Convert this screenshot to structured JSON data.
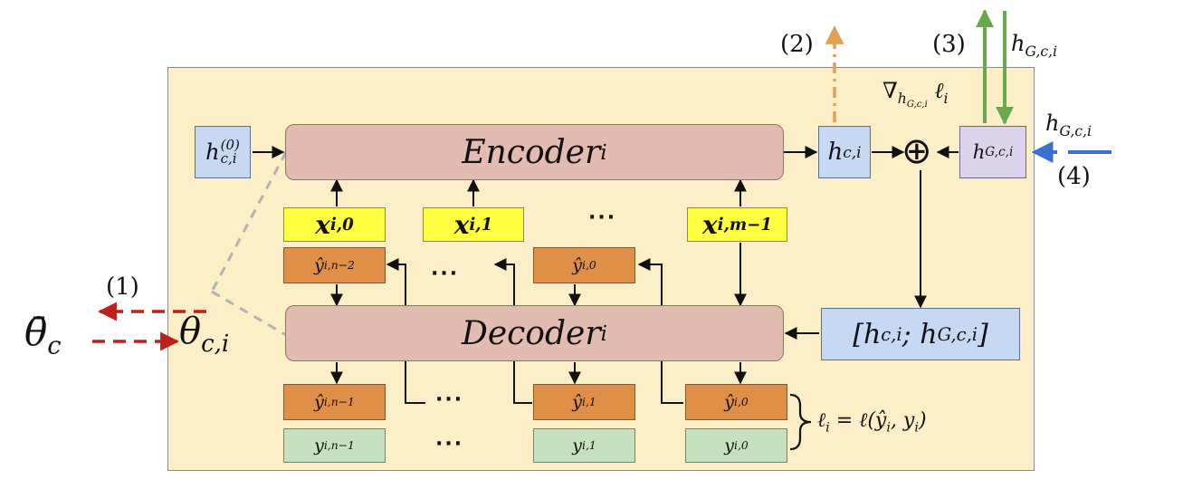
{
  "nodes": {
    "h0": "h",
    "h0_sup": "(0)",
    "h0_sub": "c,i",
    "encoder": "Encoder",
    "encoder_sub": "i",
    "decoder": "Decoder",
    "decoder_sub": "i",
    "h_ci": "h",
    "h_ci_sub": "c,i",
    "h_gci": "h",
    "h_gci_sub": "G,c,i",
    "concat": "[h",
    "concat_sub1": "c,i",
    "concat_mid": "; h",
    "concat_sub2": "G,c,i",
    "concat_end": "]",
    "plus": "⊕"
  },
  "inputs_x": [
    {
      "main": "x",
      "sub": "i,0"
    },
    {
      "main": "x",
      "sub": "i,1"
    },
    {
      "main": "x",
      "sub": "i,m−1"
    }
  ],
  "preds_top": [
    {
      "main": "ŷ",
      "sub": "i,n−2"
    },
    {
      "main": "ŷ",
      "sub": "i,0"
    }
  ],
  "preds_bottom": [
    {
      "main": "ŷ",
      "sub": "i,n−1"
    },
    {
      "main": "ŷ",
      "sub": "i,1"
    },
    {
      "main": "ŷ",
      "sub": "i,0"
    }
  ],
  "targets": [
    {
      "main": "y",
      "sub": "i,n−1"
    },
    {
      "main": "y",
      "sub": "i,1"
    },
    {
      "main": "y",
      "sub": "i,0"
    }
  ],
  "ellipsis": "···",
  "step_labels": {
    "s1": "(1)",
    "s2": "(2)",
    "s3": "(3)",
    "s4": "(4)"
  },
  "params": {
    "theta_bar": "θ̄",
    "theta_bar_sub": "c",
    "theta": "θ",
    "theta_sub": "c,i"
  },
  "grad": {
    "nabla": "∇",
    "sub": "h",
    "subsub": "G,c,i",
    "ell": "ℓ",
    "ell_sub": "i"
  },
  "ext_h": {
    "main": "h",
    "sub": "G,c,i"
  },
  "loss": {
    "ell": "ℓ",
    "ell_sub": "i",
    "rhs": " = ℓ(ŷ",
    "rhs_sub1": "i",
    "rhs_mid": ", y",
    "rhs_sub2": "i",
    "rhs_end": ")"
  },
  "colors": {
    "panel": "#fcefc7",
    "encoder": "#e3bcb1",
    "hidden": "#c7d9f2",
    "global": "#dcd4ea",
    "input": "#ffff42",
    "pred": "#df8f48",
    "target": "#c6e1be",
    "arrow_red": "#c0201a",
    "arrow_orange": "#e0a055",
    "arrow_green": "#6aa84f",
    "arrow_blue": "#3b6fd0"
  }
}
